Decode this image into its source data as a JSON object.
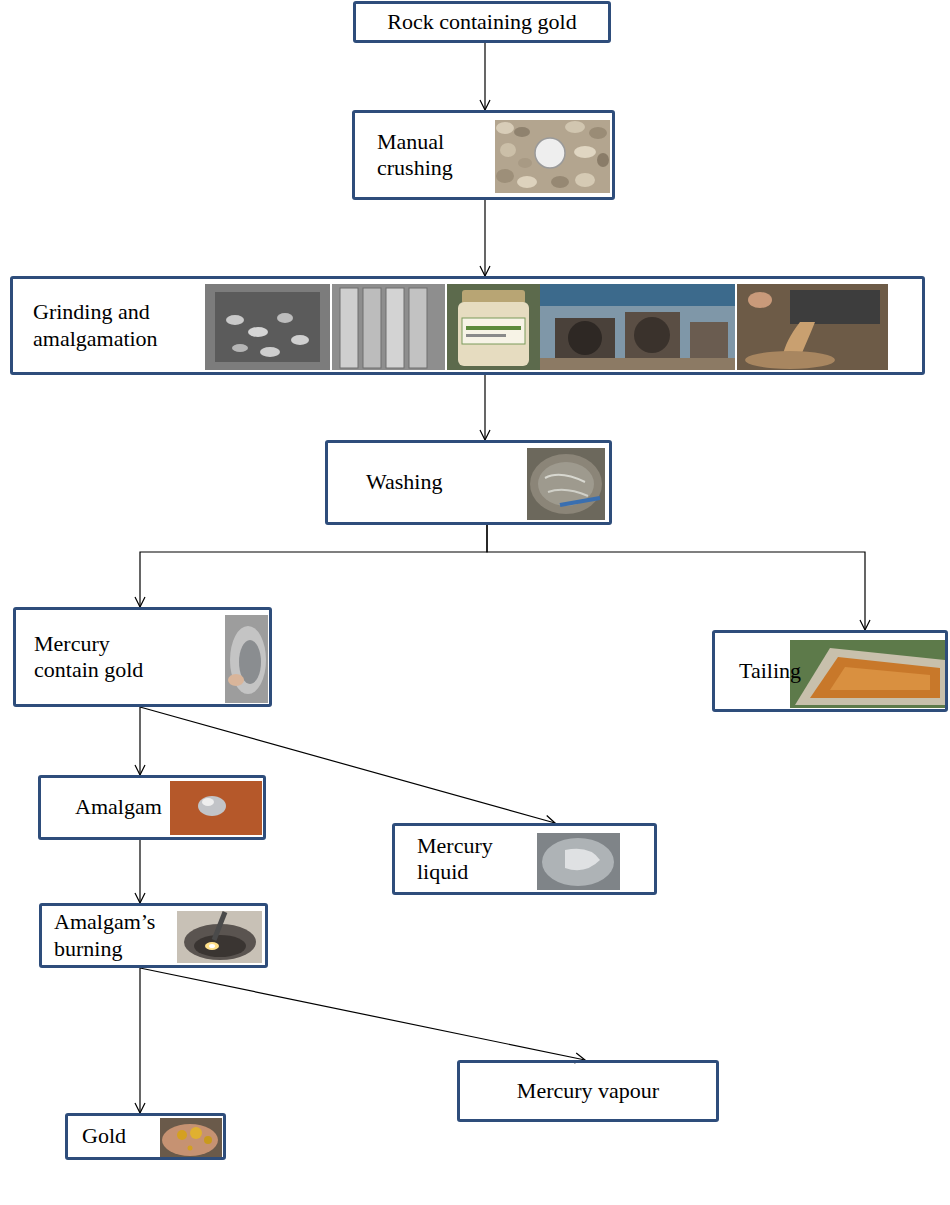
{
  "diagram": {
    "nodes": [
      {
        "text": [
          "Rock containing gold"
        ]
      },
      {
        "text": [
          "Manual crushing"
        ]
      },
      {
        "text": [
          "Grinding and amalgamation"
        ]
      },
      {
        "text": [
          "Washing"
        ]
      },
      {
        "text": [
          "Mercury contain gold"
        ]
      },
      {
        "text": [
          "Tailing"
        ]
      },
      {
        "text": [
          "Amalgam"
        ]
      },
      {
        "text": [
          "Mercury liquid"
        ]
      },
      {
        "text": [
          "Amalgam’s burning"
        ]
      },
      {
        "text": [
          "Gold"
        ]
      },
      {
        "text": [
          "Mercury vapour"
        ]
      }
    ],
    "edges": [
      {
        "from": 0,
        "to": 1,
        "arrow": "to"
      },
      {
        "from": 1,
        "to": 2,
        "arrow": "to"
      },
      {
        "from": 2,
        "to": 3,
        "arrow": "to"
      },
      {
        "from": 3,
        "to": 4,
        "arrow": "to"
      },
      {
        "from": 3,
        "to": 5,
        "arrow": "to"
      },
      {
        "from": 4,
        "to": 6,
        "arrow": "to"
      },
      {
        "from": 4,
        "to": 7,
        "arrow": "to"
      },
      {
        "from": 6,
        "to": 8,
        "arrow": "to"
      },
      {
        "from": 8,
        "to": 9,
        "arrow": "to"
      },
      {
        "from": 8,
        "to": 10,
        "arrow": "to"
      }
    ]
  }
}
